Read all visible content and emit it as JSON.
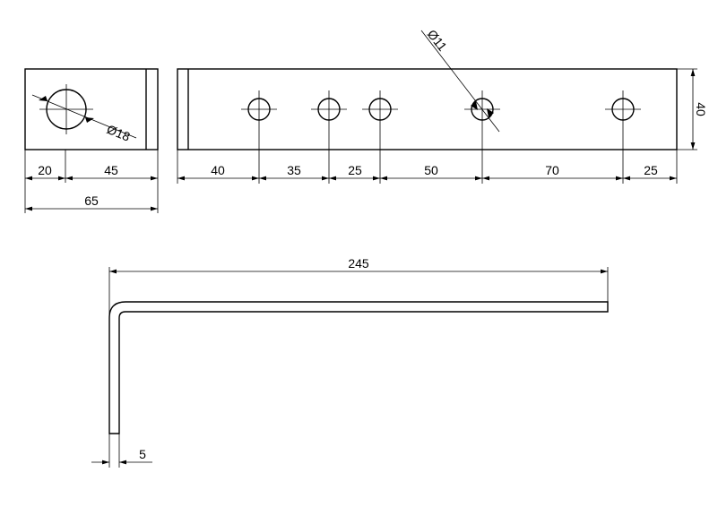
{
  "side_view": {
    "dims": {
      "a": "20",
      "b": "45",
      "total": "65"
    },
    "hole_diameter": "Ø18"
  },
  "top_view": {
    "dims": [
      "40",
      "35",
      "25",
      "50",
      "70",
      "25"
    ],
    "height": "40",
    "hole_diameter": "Ø11"
  },
  "bent_view": {
    "length": "245",
    "thickness": "5"
  }
}
